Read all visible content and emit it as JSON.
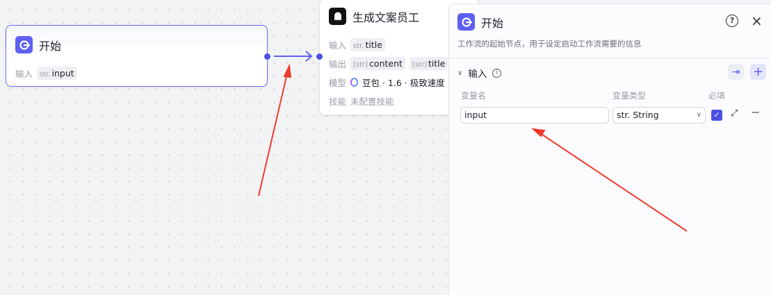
{
  "start_node": {
    "title": "开始",
    "input_label": "输入",
    "input_tag_prefix": "str.",
    "input_name": "input"
  },
  "llm_node": {
    "title": "生成文案员工",
    "input_label": "输入",
    "input_prefix": "str.",
    "input_name": "title",
    "output_label": "输出",
    "outputs": [
      {
        "prefix": "[str]",
        "name": "content"
      },
      {
        "prefix": "[str]",
        "name": "title"
      }
    ],
    "model_label": "模型",
    "model_value": "豆包 · 1.6 · 极致速度",
    "skill_label": "技能",
    "skill_value": "未配置技能"
  },
  "panel": {
    "title": "开始",
    "description": "工作流的起始节点，用于设定启动工作流需要的信息",
    "section_title": "输入",
    "col_name": "变量名",
    "col_type": "变量类型",
    "col_required": "必填",
    "var_name": "input",
    "var_type": "str. String",
    "required": true
  },
  "colors": {
    "accent": "#5d5ef2",
    "annotation": "#f03a2e"
  }
}
